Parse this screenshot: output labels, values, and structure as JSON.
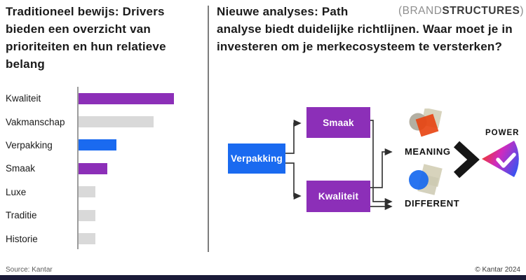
{
  "left_panel": {
    "title": "Traditioneel bewijs: Drivers bieden een overzicht van prioriteiten en hun relatieve belang"
  },
  "right_panel": {
    "title": "Nieuwe analyses: Path analyse biedt duidelijke richtlijnen. Waar moet je in investeren om je merkecosysteem te versterken?",
    "logo": {
      "open_paren": "(",
      "brand": "BRAND",
      "structures": "STRUCTURES",
      "close_paren": ")"
    }
  },
  "chart_data": {
    "type": "bar",
    "orientation": "horizontal",
    "title": "",
    "xlabel": "",
    "ylabel": "",
    "categories": [
      "Kwaliteit",
      "Vakmanschap",
      "Verpakking",
      "Smaak",
      "Luxe",
      "Traditie",
      "Historie"
    ],
    "values": [
      100,
      79,
      40,
      30,
      18,
      18,
      18
    ],
    "xlim": [
      0,
      100
    ],
    "grid": false,
    "legend": false,
    "bar_colors": [
      "#8c2fb8",
      "#d9d9d9",
      "#1a6af0",
      "#8c2fb8",
      "#d9d9d9",
      "#d9d9d9",
      "#d9d9d9"
    ],
    "note": "no numeric axis labels shown; values are relative lengths"
  },
  "diagram": {
    "nodes": [
      {
        "id": "verpakking",
        "label": "Verpakking",
        "color": "#1a6af0"
      },
      {
        "id": "smaak",
        "label": "Smaak",
        "color": "#8c2fb8"
      },
      {
        "id": "kwaliteit",
        "label": "Kwaliteit",
        "color": "#8c2fb8"
      }
    ],
    "edges": [
      "Verpakking→Smaak",
      "Verpakking→Kwaliteit",
      "Smaak→DIFFERENT",
      "Kwaliteit→MEANING",
      "Kwaliteit→DIFFERENT"
    ],
    "meaning_label": "MEANING",
    "different_label": "DIFFERENT",
    "power_label": "POWER"
  },
  "colors": {
    "purple": "#8c2fb8",
    "blue": "#1a6af0",
    "gray_bar": "#d9d9d9",
    "red_icon": "#e8420e",
    "beige_icon": "#d7d3bc",
    "footer_navy": "#1b1b38"
  },
  "footer": {
    "source": "Source: Kantar",
    "copyright": "© Kantar 2024"
  }
}
